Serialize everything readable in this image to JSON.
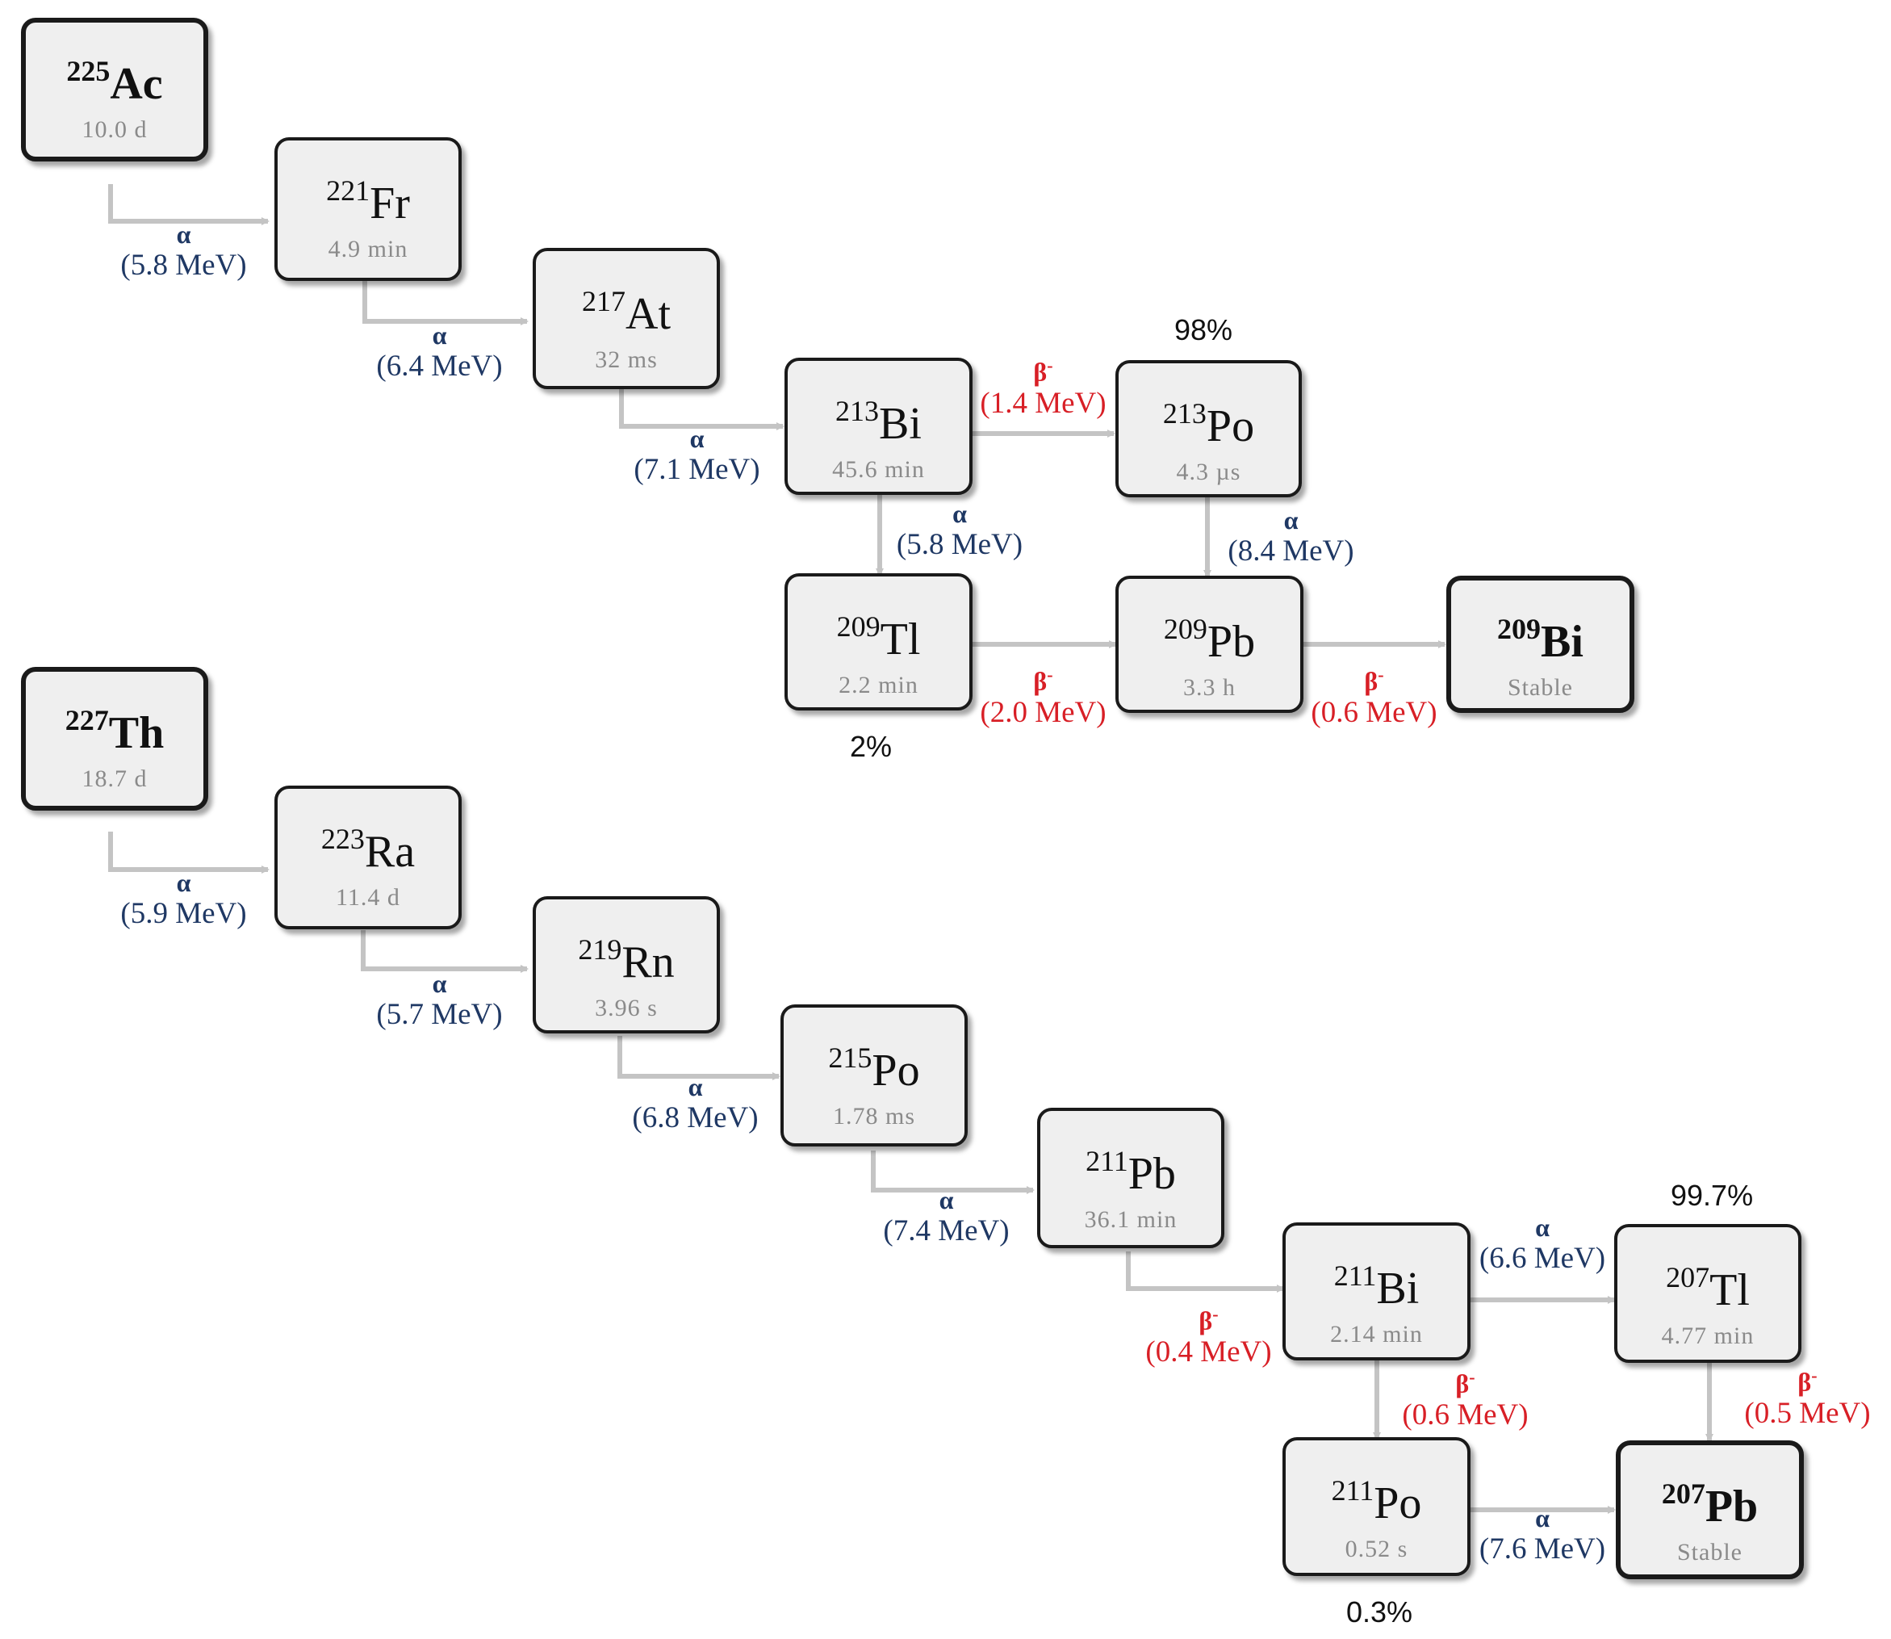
{
  "colors": {
    "alpha": "#1f3864",
    "beta": "#d81f26",
    "arrow": "#c4c4c4",
    "box": "#efefef"
  },
  "nodes": {
    "ac225": {
      "mass": "225",
      "symbol": "Ac",
      "half_life": "10.0 d"
    },
    "fr221": {
      "mass": "221",
      "symbol": "Fr",
      "half_life": "4.9 min"
    },
    "at217": {
      "mass": "217",
      "symbol": "At",
      "half_life": "32 ms"
    },
    "bi213": {
      "mass": "213",
      "symbol": "Bi",
      "half_life": "45.6 min"
    },
    "po213": {
      "mass": "213",
      "symbol": "Po",
      "half_life": "4.3 µs"
    },
    "tl209": {
      "mass": "209",
      "symbol": "Tl",
      "half_life": "2.2 min"
    },
    "pb209": {
      "mass": "209",
      "symbol": "Pb",
      "half_life": "3.3 h"
    },
    "bi209": {
      "mass": "209",
      "symbol": "Bi",
      "half_life": "Stable"
    },
    "th227": {
      "mass": "227",
      "symbol": "Th",
      "half_life": "18.7 d"
    },
    "ra223": {
      "mass": "223",
      "symbol": "Ra",
      "half_life": "11.4 d"
    },
    "rn219": {
      "mass": "219",
      "symbol": "Rn",
      "half_life": "3.96 s"
    },
    "po215": {
      "mass": "215",
      "symbol": "Po",
      "half_life": "1.78 ms"
    },
    "pb211": {
      "mass": "211",
      "symbol": "Pb",
      "half_life": "36.1 min"
    },
    "bi211": {
      "mass": "211",
      "symbol": "Bi",
      "half_life": "2.14 min"
    },
    "tl207": {
      "mass": "207",
      "symbol": "Tl",
      "half_life": "4.77 min"
    },
    "po211": {
      "mass": "211",
      "symbol": "Po",
      "half_life": "0.52 s"
    },
    "pb207": {
      "mass": "207",
      "symbol": "Pb",
      "half_life": "Stable"
    }
  },
  "decays": {
    "ac225_fr221": {
      "symbol": "α",
      "energy": "(5.8 MeV)"
    },
    "fr221_at217": {
      "symbol": "α",
      "energy": "(6.4 MeV)"
    },
    "at217_bi213": {
      "symbol": "α",
      "energy": "(7.1 MeV)"
    },
    "bi213_po213": {
      "symbol": "β",
      "charge": "-",
      "energy": "(1.4 MeV)"
    },
    "bi213_tl209": {
      "symbol": "α",
      "energy": "(5.8 MeV)"
    },
    "po213_pb209": {
      "symbol": "α",
      "energy": "(8.4 MeV)"
    },
    "tl209_pb209": {
      "symbol": "β",
      "charge": "-",
      "energy": "(2.0 MeV)"
    },
    "pb209_bi209": {
      "symbol": "β",
      "charge": "-",
      "energy": "(0.6 MeV)"
    },
    "th227_ra223": {
      "symbol": "α",
      "energy": "(5.9 MeV)"
    },
    "ra223_rn219": {
      "symbol": "α",
      "energy": "(5.7 MeV)"
    },
    "rn219_po215": {
      "symbol": "α",
      "energy": "(6.8 MeV)"
    },
    "po215_pb211": {
      "symbol": "α",
      "energy": "(7.4 MeV)"
    },
    "pb211_bi211": {
      "symbol": "β",
      "charge": "-",
      "energy": "(0.4 MeV)"
    },
    "bi211_tl207": {
      "symbol": "α",
      "energy": "(6.6 MeV)"
    },
    "bi211_po211": {
      "symbol": "β",
      "charge": "-",
      "energy": "(0.6 MeV)"
    },
    "tl207_pb207": {
      "symbol": "β",
      "charge": "-",
      "energy": "(0.5 MeV)"
    },
    "po211_pb207": {
      "symbol": "α",
      "energy": "(7.6 MeV)"
    }
  },
  "branches": {
    "po213": "98%",
    "tl209": "2%",
    "tl207": "99.7%",
    "po211": "0.3%"
  }
}
